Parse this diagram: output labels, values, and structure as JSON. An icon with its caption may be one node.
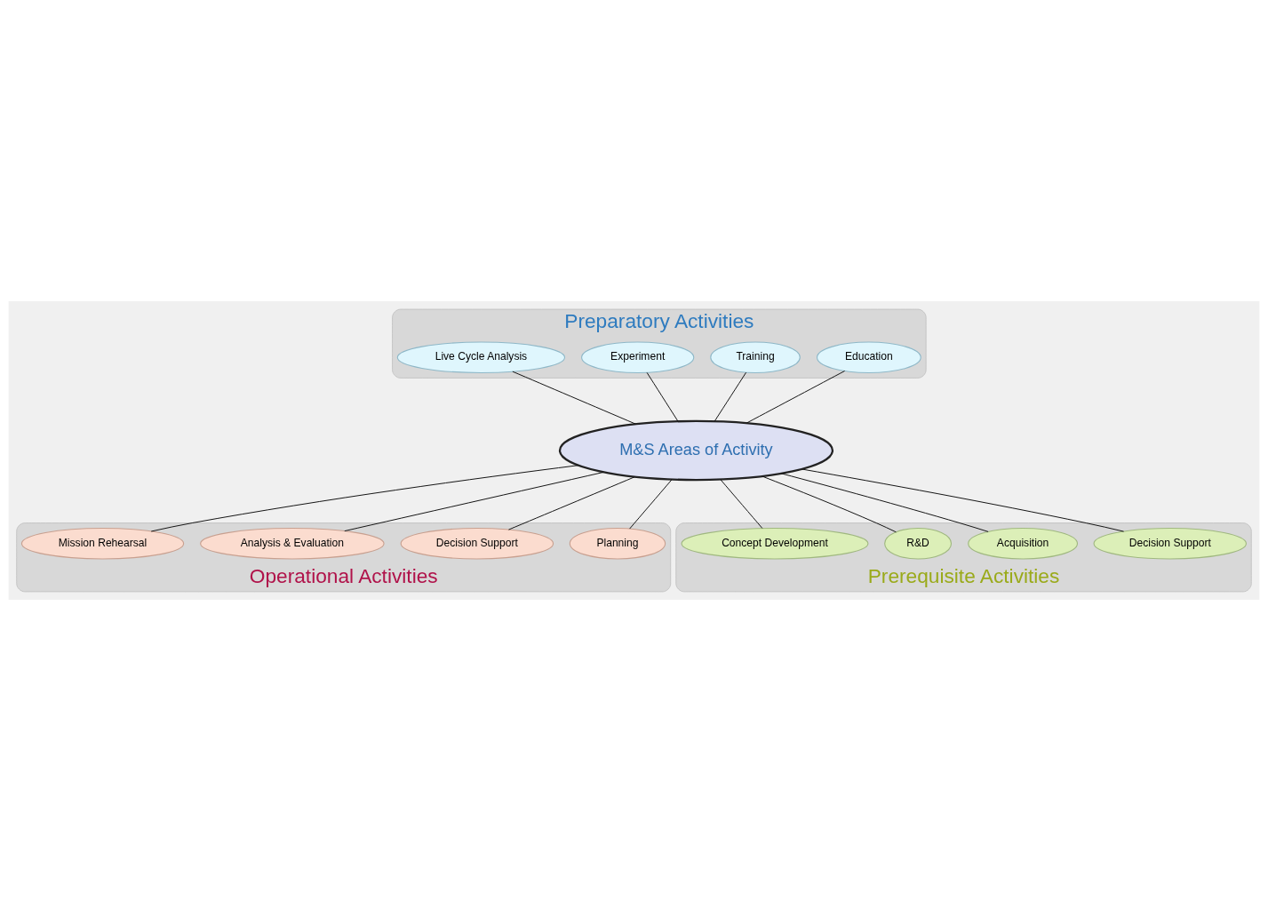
{
  "diagram": {
    "nodes": [
      {
        "text": [
          "Preparatory Activities"
        ]
      },
      {
        "text": [
          "Education"
        ],
        "in": 0
      },
      {
        "text": [
          "Training"
        ],
        "in": 0
      },
      {
        "text": [
          "Experiment"
        ],
        "in": 0
      },
      {
        "text": [
          "Live Cycle Analysis"
        ],
        "in": 0
      },
      {
        "text": [
          "Operational Activities"
        ]
      },
      {
        "text": [
          "Planning"
        ],
        "in": 5
      },
      {
        "text": [
          "Decision Support"
        ],
        "in": 5
      },
      {
        "text": [
          "Analysis & Evaluation"
        ],
        "in": 5
      },
      {
        "text": [
          "Mission Rehearsal"
        ],
        "in": 5
      },
      {
        "text": [
          "Prerequisite Activities"
        ]
      },
      {
        "text": [
          "Decision Support"
        ],
        "in": 10
      },
      {
        "text": [
          "Acquisition"
        ],
        "in": 10
      },
      {
        "text": [
          "R&D"
        ],
        "in": 10
      },
      {
        "text": [
          "Concept Development"
        ],
        "in": 10
      },
      {
        "text": [
          "M&S Areas of Activity"
        ]
      }
    ],
    "edges": [
      {
        "from": 15,
        "to": 1,
        "arrow": "none"
      },
      {
        "from": 15,
        "to": 2,
        "arrow": "none"
      },
      {
        "from": 15,
        "to": 3,
        "arrow": "none"
      },
      {
        "from": 15,
        "to": 4,
        "arrow": "none"
      },
      {
        "from": 15,
        "to": 6,
        "arrow": "none"
      },
      {
        "from": 15,
        "to": 7,
        "arrow": "none"
      },
      {
        "from": 15,
        "to": 8,
        "arrow": "none"
      },
      {
        "from": 15,
        "to": 9,
        "arrow": "none"
      },
      {
        "from": 15,
        "to": 11,
        "arrow": "none"
      },
      {
        "from": 15,
        "to": 12,
        "arrow": "none"
      },
      {
        "from": 15,
        "to": 13,
        "arrow": "none"
      },
      {
        "from": 15,
        "to": 14,
        "arrow": "none"
      }
    ]
  }
}
